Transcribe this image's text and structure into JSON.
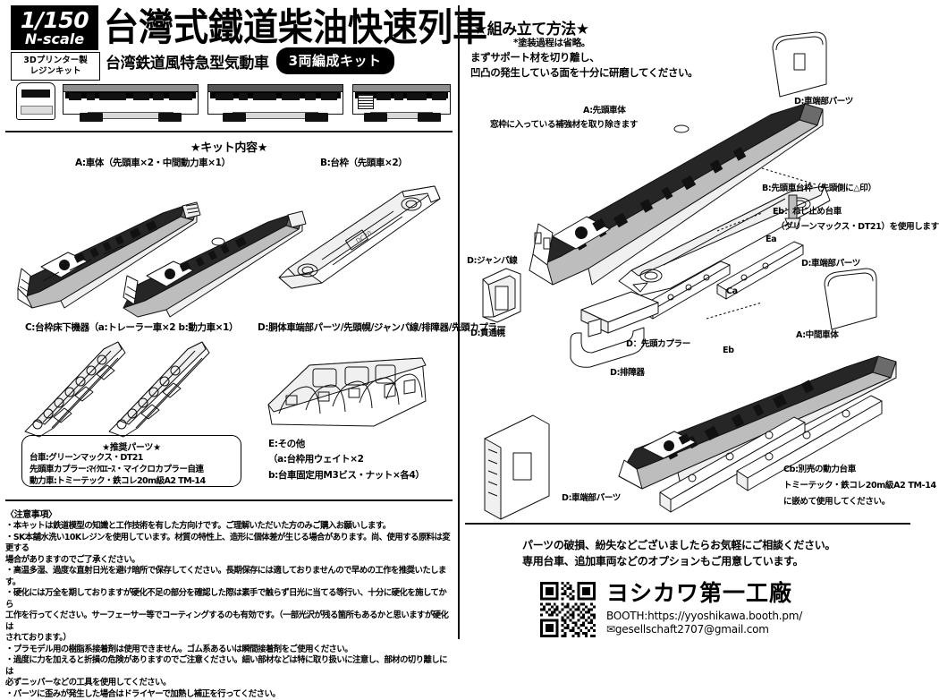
{
  "header": {
    "scale": "1/150",
    "scale_sub": "N-scale",
    "material_line1": "3Dプリンター製",
    "material_line2": "レジンキット",
    "title": "台灣式鐵道柴油快速列車",
    "subtitle": "台湾鉄道風特急型気動車",
    "variant_badge": "3両編成キット"
  },
  "kit_contents": {
    "section_title": "★キット内容★",
    "parts": [
      {
        "id": "A",
        "label": "A:車体（先頭車×2・中間動力車×1）"
      },
      {
        "id": "B",
        "label": "B:台枠（先頭車×2）"
      },
      {
        "id": "C",
        "label": "C:台枠床下機器（a:トレーラー車×2  b:動力車×1）"
      },
      {
        "id": "D",
        "label": "D:胴体車端部パーツ/先頭幌/ジャンパ線/排障器/先頭カプラー"
      }
    ],
    "other_parts": {
      "title": "E:その他",
      "line_a": "（a:台枠用ウェイト×2",
      "line_b": "b:台車固定用M3ビス・ナット×各4）"
    },
    "recommended": {
      "title": "★推奨パーツ★",
      "line1": "台車:グリーンマックス・DT21",
      "line2": "先頭車カプラー:ﾏｲｸﾛｴｰｽ・マイクロカプラー自連",
      "line3": "動力車:トミーテック・鉄コレ20m級A2  TM-14"
    }
  },
  "cautions": {
    "heading": "〈注意事項〉",
    "items": [
      "・本キットは鉄道模型の知識と工作技術を有した方向けです。ご理解いただいた方のみご購入お願いします。",
      "・SK本舗水洗い10Kレジンを使用しています。材質の特性上、造形に個体差が生じる場合があります。尚、使用する原料は変更する",
      "場合がありますのでご了承ください。",
      "・高温多湿、過度な直射日光を避け暗所で保存してください。長期保存には適しておりませんので早めの工作を推奨いたします。",
      "・硬化には万全を期しておりますが硬化不足の部分を確認した際は素手で触らず日光に当てる等行い、十分に硬化を施してから",
      "工作を行ってください。サーフェーサー等でコーティングするのも有効です。（一部光沢が残る箇所もあるかと思いますが硬化は",
      "されております。）",
      "・プラモデル用の樹脂系接着剤は使用できません。ゴム系あるいは瞬間接着剤をご使用ください。",
      "・過度に力を加えると折損の危険がありますのでご注意ください。細い部材などは特に取り扱いに注意し、部材の切り離しには",
      "必ずニッパーなどの工具を使用してください。",
      "・パーツに歪みが発生した場合はドライヤーで加熱し補正を行ってください。"
    ]
  },
  "assembly": {
    "section_title": "★組み立て方法★",
    "note": "*塗装過程は省略。",
    "step1_line1": "まずサポート材を切り離し、",
    "step1_line2": "凹凸の発生している面を十分に研磨してください。",
    "callouts": {
      "front_body": "A:先頭車体",
      "front_body_note": "窓枠に入っている補強材を取り除きます",
      "end_part_top": "D:車端部パーツ",
      "front_frame": "B:先頭車台枠（先頭側に△印）",
      "screw_bogie": "Eb：ねじ止め台車",
      "screw_bogie_note": "（グリーンマックス・DT21）を使用します",
      "weight_ea": "Ea",
      "underfloor_ca": "Ca",
      "jumper": "D:ジャンパ線",
      "gangway": "D:貫通幌",
      "front_coupler": "D：先頭カプラー",
      "front_coupler_eb": "Eb",
      "snowplow": "D:排障器",
      "end_part_right": "D:車端部パーツ",
      "middle_body": "A:中間車体",
      "end_part_bottom": "D:車端部パーツ",
      "power_bogie_line1": "Cb:別売の動力台車",
      "power_bogie_line2": "トミーテック・鉄コレ20m級A2  TM-14",
      "power_bogie_line3": "に嵌めて使用してください。"
    }
  },
  "footer": {
    "message_line1": "パーツの破損、紛失などございましたらお気軽にご相談ください。",
    "message_line2": "専用台車、追加車両などのオプションもご用意しています。",
    "brand": "ヨシカワ第一工廠",
    "booth": "BOOTH:https://yyoshikawa.booth.pm/",
    "email": "✉gesellschaft2707@gmail.com"
  }
}
